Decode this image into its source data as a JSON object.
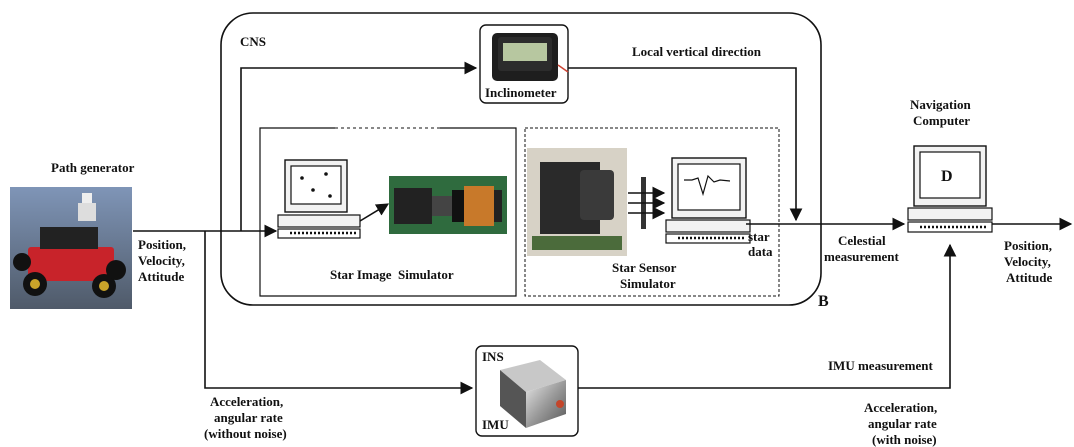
{
  "labels": {
    "cns": "CNS",
    "path_generator": "Path generator",
    "inclinometer": "Inclinometer",
    "local_vertical": "Local vertical direction",
    "nav_computer_line1": "Navigation",
    "nav_computer_line2": "Computer",
    "nav_computer_screen": "D",
    "star_image_simulator": "Star Image  Simulator",
    "star_sensor_line1": "Star Sensor",
    "star_sensor_line2": "Simulator",
    "star_data_line1": "star",
    "star_data_line2": "data",
    "block_b": "B",
    "pos_vel_att_left": [
      "Position,",
      "Velocity,",
      "Attitude"
    ],
    "celestial": [
      "Celestial",
      "measurement"
    ],
    "pos_vel_att_right": [
      "Position,",
      "Velocity,",
      "Attitude"
    ],
    "ins": "INS",
    "imu": "IMU",
    "imu_measurement": "IMU measurement",
    "acc_left": [
      "Acceleration,",
      "angular rate",
      "(without noise)"
    ],
    "acc_right": [
      "Acceleration,",
      "angular rate",
      "(with noise)"
    ]
  },
  "icons": {
    "robot": "robot-photo",
    "inclinometer": "inclinometer-photo",
    "monitor": "computer-monitor",
    "camera": "camera-lens-photo",
    "star_sensor": "star-sensor-photo",
    "ins_box": "ins-unit-photo"
  }
}
